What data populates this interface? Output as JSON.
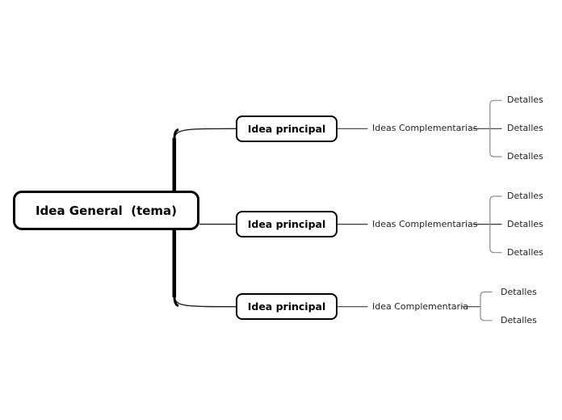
{
  "diagram": {
    "type": "mindmap",
    "background_color": "#ffffff",
    "trunk_color": "#000000",
    "connector_color": "#3d3d3d",
    "bracket_color": "#8c8c8c"
  },
  "root": {
    "label": "Idea General  (tema)"
  },
  "branches": [
    {
      "label": "Idea principal",
      "sub": {
        "label": "Ideas Complementarias"
      },
      "details": [
        "Detalles",
        "Detalles",
        "Detalles"
      ]
    },
    {
      "label": "Idea principal",
      "sub": {
        "label": "Ideas Complementarias"
      },
      "details": [
        "Detalles",
        "Detalles",
        "Detalles"
      ]
    },
    {
      "label": "Idea principal",
      "sub": {
        "label": "Idea Complementaria"
      },
      "details": [
        "Detalles",
        "Detalles"
      ]
    }
  ]
}
